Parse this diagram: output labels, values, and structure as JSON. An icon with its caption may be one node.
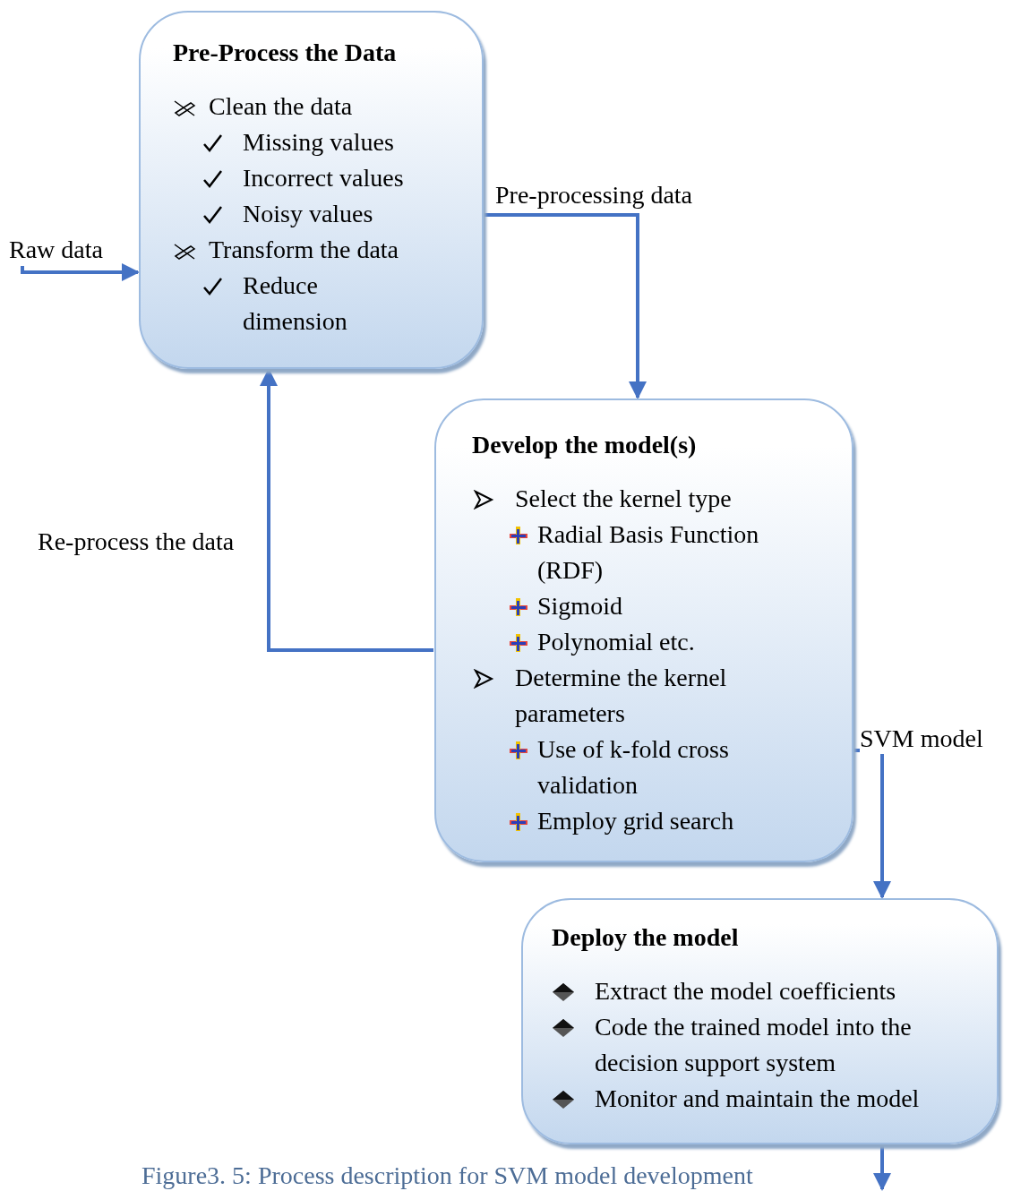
{
  "diagram": {
    "caption": "Figure3. 5: Process description for SVM model development",
    "nodes": [
      {
        "text": [
          "Pre-Process the Data",
          "Clean the data",
          "Missing values",
          "Incorrect values",
          "Noisy values",
          "Transform the data",
          "Reduce dimension"
        ]
      },
      {
        "text": [
          "Raw data"
        ]
      },
      {
        "text": [
          "Develop the model(s)",
          "Select the kernel type",
          "Radial Basis Function (RDF)",
          "Sigmoid",
          "Polynomial etc.",
          "Determine the kernel parameters",
          "Use of k-fold cross validation",
          "Employ grid search"
        ]
      },
      {
        "text": [
          "Deploy the model",
          "Extract the model coefficients",
          "Code the trained model into the decision support system",
          "Monitor and maintain the model"
        ]
      }
    ],
    "edges": [
      {
        "from": 1,
        "to": 0,
        "arrow": "to"
      },
      {
        "from": 0,
        "to": 2,
        "arrow": "to",
        "label": "Pre-processing data"
      },
      {
        "from": 2,
        "to": 0,
        "arrow": "to",
        "label": "Re-process the data"
      },
      {
        "from": 2,
        "to": 3,
        "arrow": "to",
        "label": "SVM model"
      },
      {
        "from": 3,
        "to": null,
        "arrow": "to"
      }
    ]
  }
}
